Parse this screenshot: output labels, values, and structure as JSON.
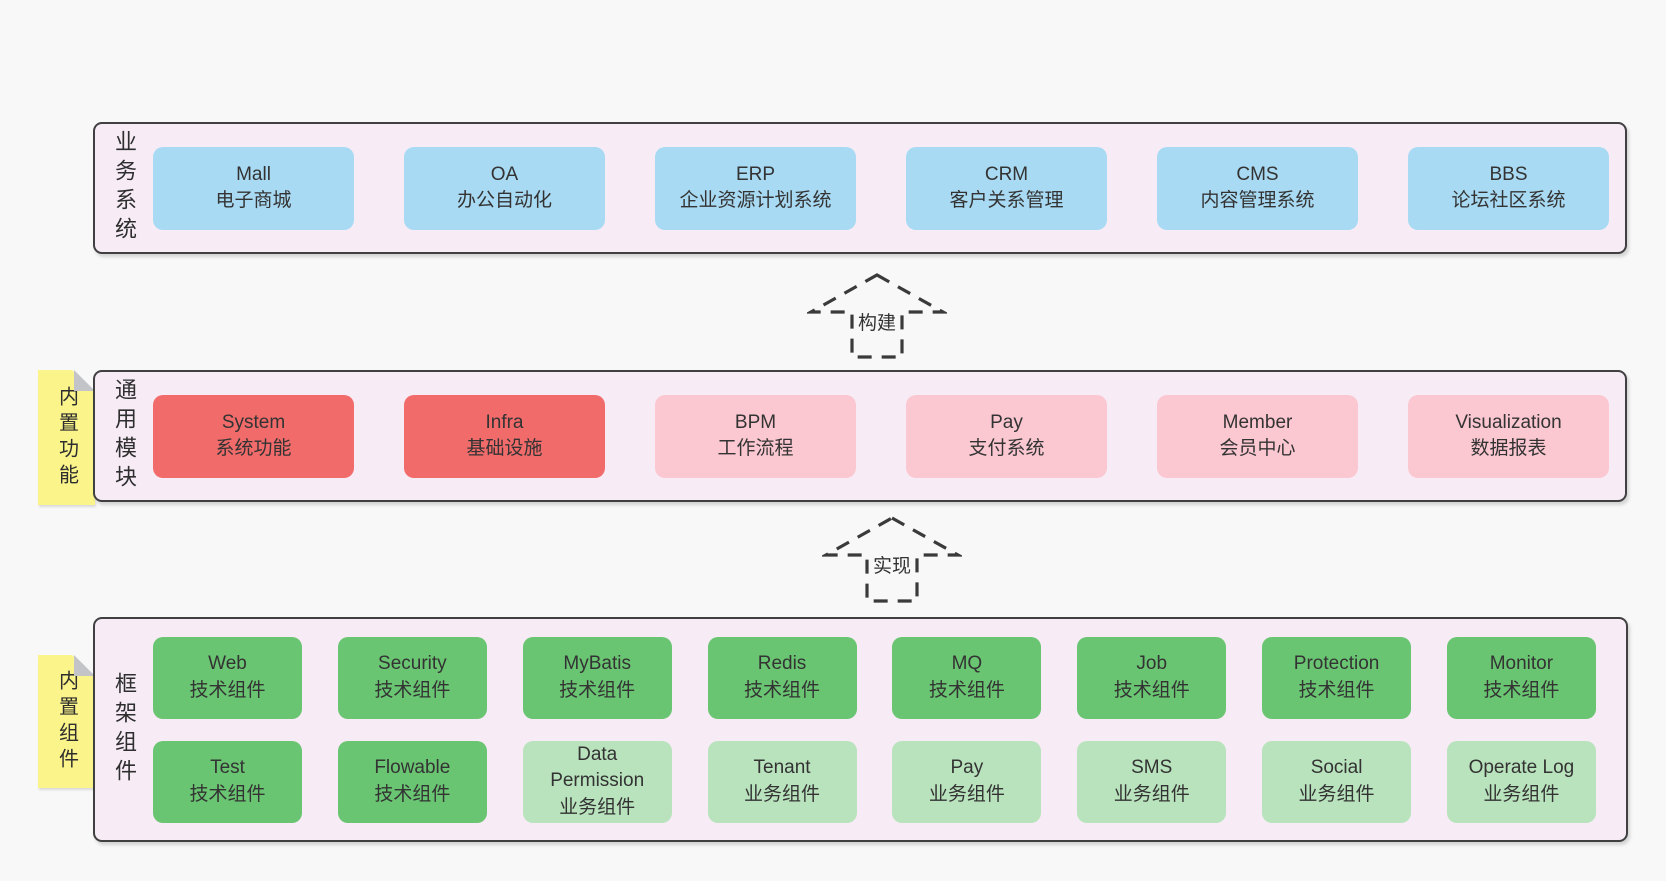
{
  "colors": {
    "band_bg": "#f7ecf6",
    "band_border": "#404040",
    "blue": "#a9daf3",
    "red": "#f16b6b",
    "pink": "#fbc8d2",
    "green": "#6ac572",
    "lightgreen": "#b9e3bd",
    "note_yellow": "#fbf48b",
    "page_bg": "#f8f8f8"
  },
  "arrows": [
    {
      "label": "构建"
    },
    {
      "label": "实现"
    }
  ],
  "bands": [
    {
      "label": "业务系统",
      "boxes": [
        {
          "en": "Mall",
          "zh": "电子商城",
          "type": "blue"
        },
        {
          "en": "OA",
          "zh": "办公自动化",
          "type": "blue"
        },
        {
          "en": "ERP",
          "zh": "企业资源计划系统",
          "type": "blue"
        },
        {
          "en": "CRM",
          "zh": "客户关系管理",
          "type": "blue"
        },
        {
          "en": "CMS",
          "zh": "内容管理系统",
          "type": "blue"
        },
        {
          "en": "BBS",
          "zh": "论坛社区系统",
          "type": "blue"
        }
      ]
    },
    {
      "label": "通用模块",
      "note": "内置功能",
      "boxes": [
        {
          "en": "System",
          "zh": "系统功能",
          "type": "red"
        },
        {
          "en": "Infra",
          "zh": "基础设施",
          "type": "red"
        },
        {
          "en": "BPM",
          "zh": "工作流程",
          "type": "pink"
        },
        {
          "en": "Pay",
          "zh": "支付系统",
          "type": "pink"
        },
        {
          "en": "Member",
          "zh": "会员中心",
          "type": "pink"
        },
        {
          "en": "Visualization",
          "zh": "数据报表",
          "type": "pink"
        }
      ]
    },
    {
      "label": "框架组件",
      "note": "内置组件",
      "rows": [
        [
          {
            "en": "Web",
            "zh": "技术组件",
            "type": "green"
          },
          {
            "en": "Security",
            "zh": "技术组件",
            "type": "green"
          },
          {
            "en": "MyBatis",
            "zh": "技术组件",
            "type": "green"
          },
          {
            "en": "Redis",
            "zh": "技术组件",
            "type": "green"
          },
          {
            "en": "MQ",
            "zh": "技术组件",
            "type": "green"
          },
          {
            "en": "Job",
            "zh": "技术组件",
            "type": "green"
          },
          {
            "en": "Protection",
            "zh": "技术组件",
            "type": "green"
          },
          {
            "en": "Monitor",
            "zh": "技术组件",
            "type": "green"
          }
        ],
        [
          {
            "en": "Test",
            "zh": "技术组件",
            "type": "green"
          },
          {
            "en": "Flowable",
            "zh": "技术组件",
            "type": "green"
          },
          {
            "en": "Data Permission",
            "zh": "业务组件",
            "type": "lightgreen"
          },
          {
            "en": "Tenant",
            "zh": "业务组件",
            "type": "lightgreen"
          },
          {
            "en": "Pay",
            "zh": "业务组件",
            "type": "lightgreen"
          },
          {
            "en": "SMS",
            "zh": "业务组件",
            "type": "lightgreen"
          },
          {
            "en": "Social",
            "zh": "业务组件",
            "type": "lightgreen"
          },
          {
            "en": "Operate Log",
            "zh": "业务组件",
            "type": "lightgreen"
          }
        ]
      ]
    }
  ]
}
